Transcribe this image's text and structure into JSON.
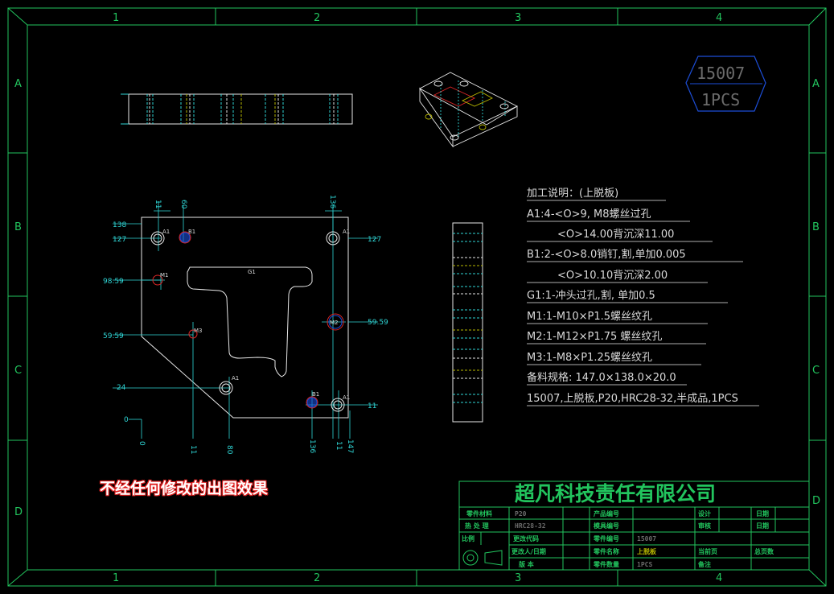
{
  "frame": {
    "top_numbers": [
      "1",
      "2",
      "3",
      "4"
    ],
    "bottom_numbers": [
      "1",
      "2",
      "3",
      "4"
    ],
    "side_letters": [
      "A",
      "B",
      "C",
      "D"
    ]
  },
  "badge": {
    "part_no": "15007",
    "qty": "1PCS"
  },
  "notes": {
    "title": "加工说明：(上脱板)",
    "lines": [
      "A1:4-<O>9, M8螺丝过孔",
      "<O>14.00背沉深11.00",
      "B1:2-<O>8.0销钉,割,单加0.005",
      "<O>10.10背沉深2.00",
      "G1:1-冲头过孔,割, 单加0.5",
      "M1:1-M10×P1.5螺丝纹孔",
      "M2:1-M12×P1.75 螺丝纹孔",
      "M3:1-M8×P1.25螺丝纹孔",
      "备料规格: 147.0×138.0×20.0",
      "15007,上脱板,P20,HRC28-32,半成品,1PCS"
    ]
  },
  "plan": {
    "dims_left": [
      "138",
      "127",
      "98.59",
      "59.59",
      "24",
      "0"
    ],
    "dims_right": [
      "127",
      "59.59",
      "11"
    ],
    "dims_bottom": [
      "11",
      "80",
      "0",
      "136",
      "11",
      "147"
    ],
    "dims_top": [
      "11",
      "60",
      "136"
    ],
    "labels": [
      "A1",
      "B1",
      "A1",
      "M1",
      "G1",
      "M2",
      "M3",
      "A1",
      "B1",
      "A1"
    ]
  },
  "caption": "不经任何修改的出图效果",
  "title_block": {
    "company": "超凡科技责任有限公司",
    "rows": [
      {
        "k1": "零件材料",
        "v1": "P20",
        "k2": "产品编号",
        "v2": "",
        "k3": "设计",
        "v3": "",
        "k4": "日期",
        "v4": ""
      },
      {
        "k1": "热 处 理",
        "v1": "HRC28-32",
        "k2": "模具编号",
        "v2": "",
        "k3": "审核",
        "v3": "",
        "k4": "日期",
        "v4": ""
      },
      {
        "k1": "比例",
        "v1": "",
        "k2": "更改代码",
        "v2": "",
        "k3": "零件编号",
        "v3": "15007",
        "k4": "",
        "v4": ""
      },
      {
        "k1": "",
        "v1": "",
        "k2": "更改人/日期",
        "v2": "",
        "k3": "零件名称",
        "v3": "上脱板",
        "k4": "当前页",
        "v4": "总页数"
      },
      {
        "k1": "",
        "v1": "",
        "k2": "版  本",
        "v2": "",
        "k3": "零件数量",
        "v3": "1PCS",
        "k4": "备注",
        "v4": ""
      }
    ]
  },
  "colors": {
    "frame": "#22c55e",
    "part": "#e8e8e8",
    "center": "#2fd6d6",
    "hole": "#1d4ed8",
    "hole_red": "#dc2626",
    "accent": "#b8b800"
  }
}
